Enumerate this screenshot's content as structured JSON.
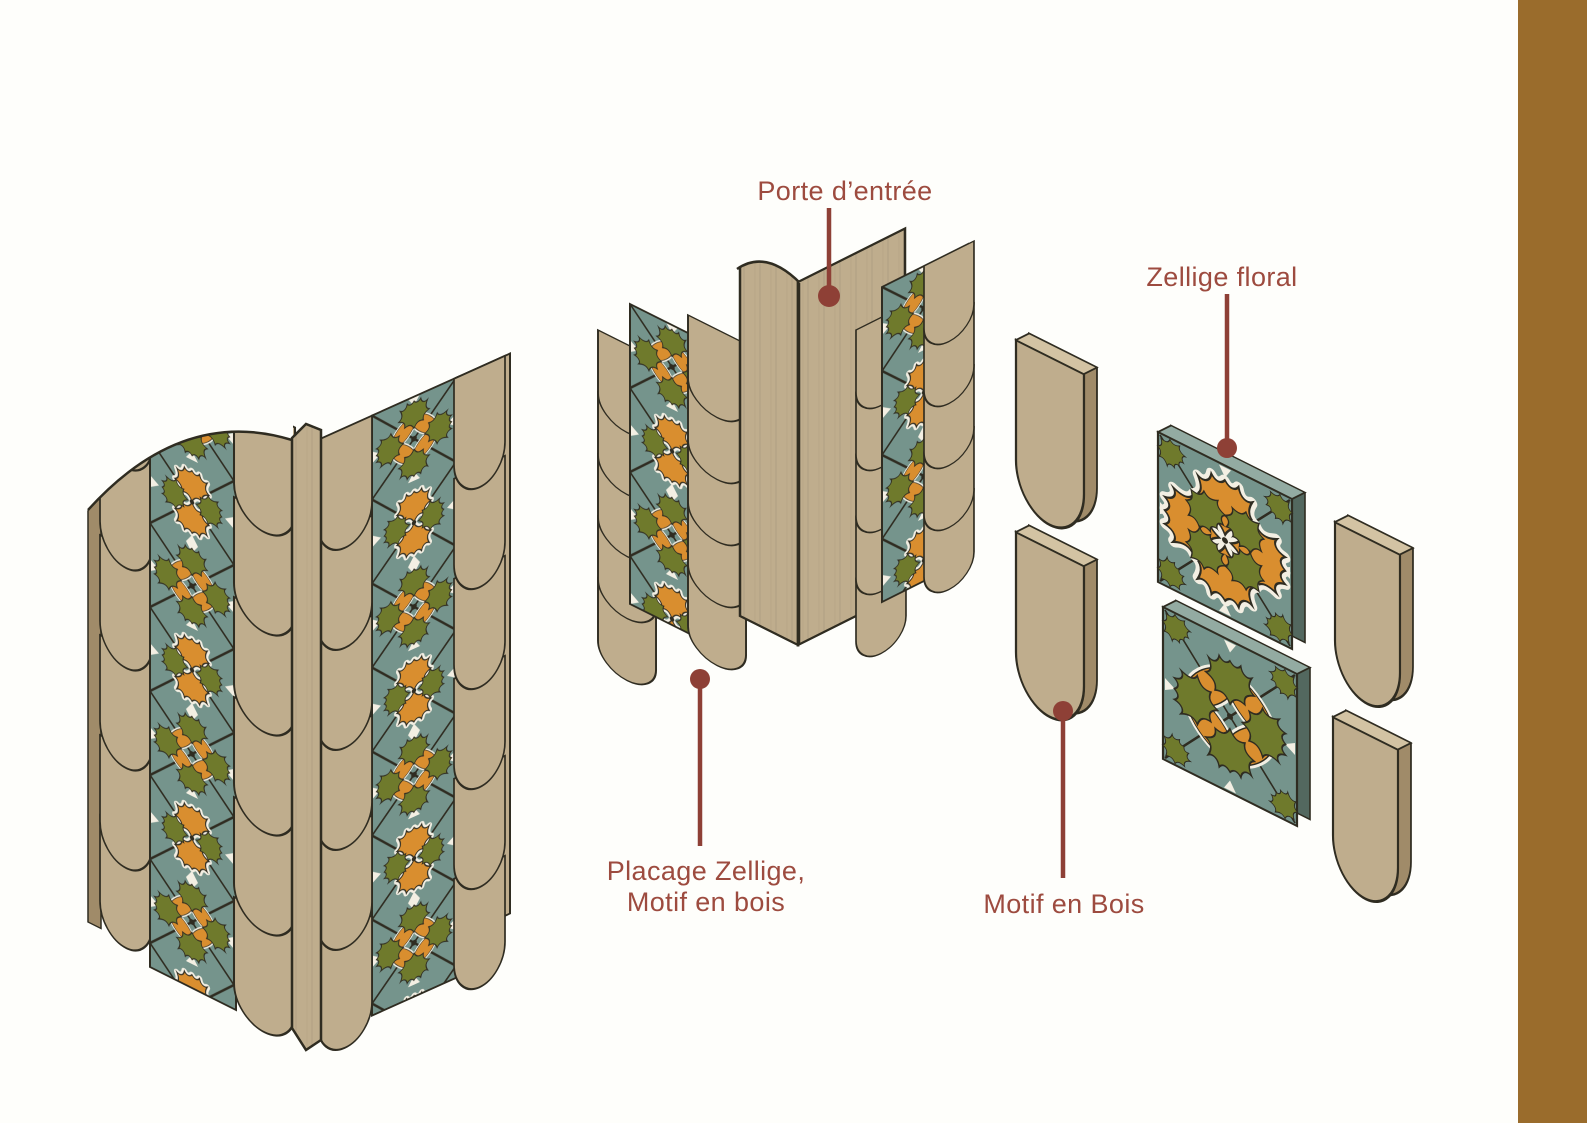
{
  "labels": {
    "porte": "Porte d’entrée",
    "zellige_floral": "Zellige floral",
    "placage_line1": "Placage Zellige,",
    "placage_line2": "Motif en bois",
    "motif_bois": "Motif en Bois"
  },
  "colors": {
    "bg": "#FEFEFB",
    "label": "#9D4B3F",
    "leader": "#8E4036",
    "outline": "#2F2C21",
    "wood": "#BFAD8D",
    "woodSide": "#A08B69",
    "woodLight": "#D3C3A3",
    "teal": "#75948C",
    "tealSide": "#53685F",
    "tealLight": "#93ABA2",
    "orange": "#D98E2F",
    "olive": "#6F7A2C",
    "halo": "#F3EFE3",
    "bar": "#9A6C2C"
  }
}
